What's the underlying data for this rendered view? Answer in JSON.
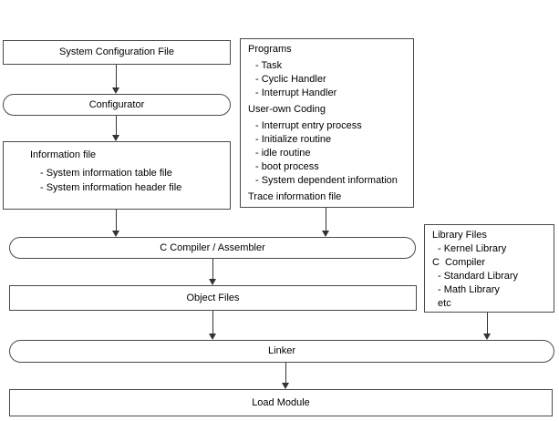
{
  "colors": {
    "background": "#ffffff",
    "box_border": "#4a4a4a",
    "arrow": "#333333",
    "text": "#000000"
  },
  "nodes": {
    "system_configuration_file": {
      "label": "System Configuration File"
    },
    "configurator": {
      "label": "Configurator"
    },
    "information_file": {
      "title": "Information file",
      "items": [
        "- System information table file",
        "- System information header file"
      ]
    },
    "programs": {
      "title": "Programs",
      "program_items": [
        "- Task",
        "- Cyclic Handler",
        "- Interrupt Handler"
      ],
      "user_own_coding_title": "User-own Coding",
      "user_own_coding_items": [
        "- Interrupt entry process",
        "- Initialize routine",
        "- idle routine",
        "- boot process",
        "- System dependent information"
      ],
      "trace_line": "Trace information file"
    },
    "c_compiler_assembler": {
      "label": "C Compiler / Assembler"
    },
    "object_files": {
      "label": "Object Files"
    },
    "library_files": {
      "title": "Library Files",
      "kernel_item": "- Kernel Library",
      "c_compiler_line": "C  Compiler",
      "c_compiler_items": [
        "- Standard Library",
        "- Math Library"
      ],
      "etc_line": "etc"
    },
    "linker": {
      "label": "Linker"
    },
    "load_module": {
      "label": "Load Module"
    }
  }
}
